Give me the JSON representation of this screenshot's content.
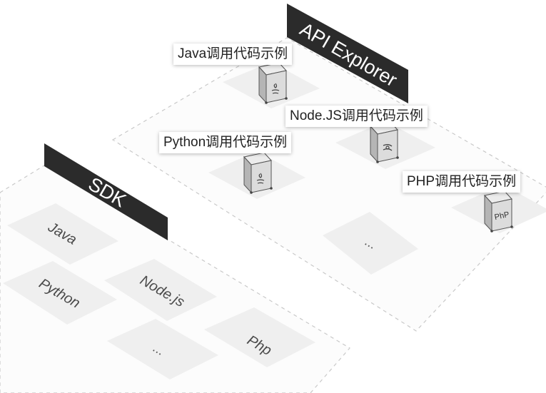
{
  "api_explorer": {
    "title": "API Explorer",
    "samples": [
      {
        "label": "Java调用代码示例",
        "icon": "java-icon"
      },
      {
        "label": "Node.JS调用代码示例",
        "icon": "nodejs-icon"
      },
      {
        "label": "Python调用代码示例",
        "icon": "python-icon"
      },
      {
        "label": "PHP调用代码示例",
        "icon": "php-icon",
        "icon_text": "PhP"
      }
    ],
    "more": "..."
  },
  "sdk": {
    "title": "SDK",
    "items": [
      "Java",
      "Node.js",
      "Python",
      "...",
      "Php"
    ]
  },
  "colors": {
    "banner": "#2b2b2b",
    "tile": "#efefef",
    "platform_border": "#c9c9c9",
    "server": "#dcdcdc"
  }
}
